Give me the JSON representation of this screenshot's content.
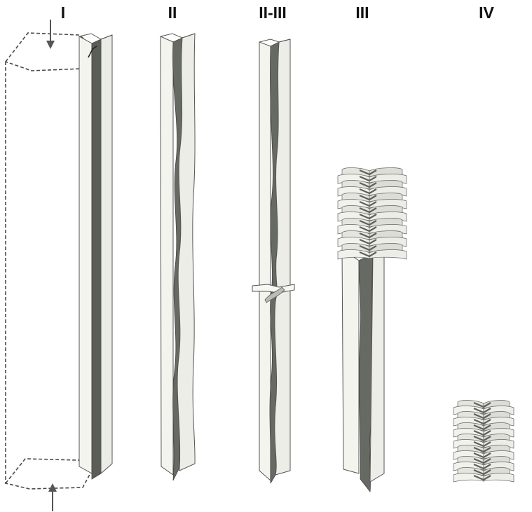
{
  "stages": [
    {
      "id": "stage-i",
      "label": "I"
    },
    {
      "id": "stage-ii",
      "label": "II"
    },
    {
      "id": "stage-ii-iii",
      "label": "II-III"
    },
    {
      "id": "stage-iii",
      "label": "III"
    },
    {
      "id": "stage-iv",
      "label": "IV"
    }
  ],
  "colors": {
    "outline": "#555555",
    "face_light": "#f4f4ef",
    "face_mid": "#e6e7e1",
    "face_dark": "#6d7068",
    "face_darker": "#565951",
    "dashed": "#4a4a4a"
  }
}
